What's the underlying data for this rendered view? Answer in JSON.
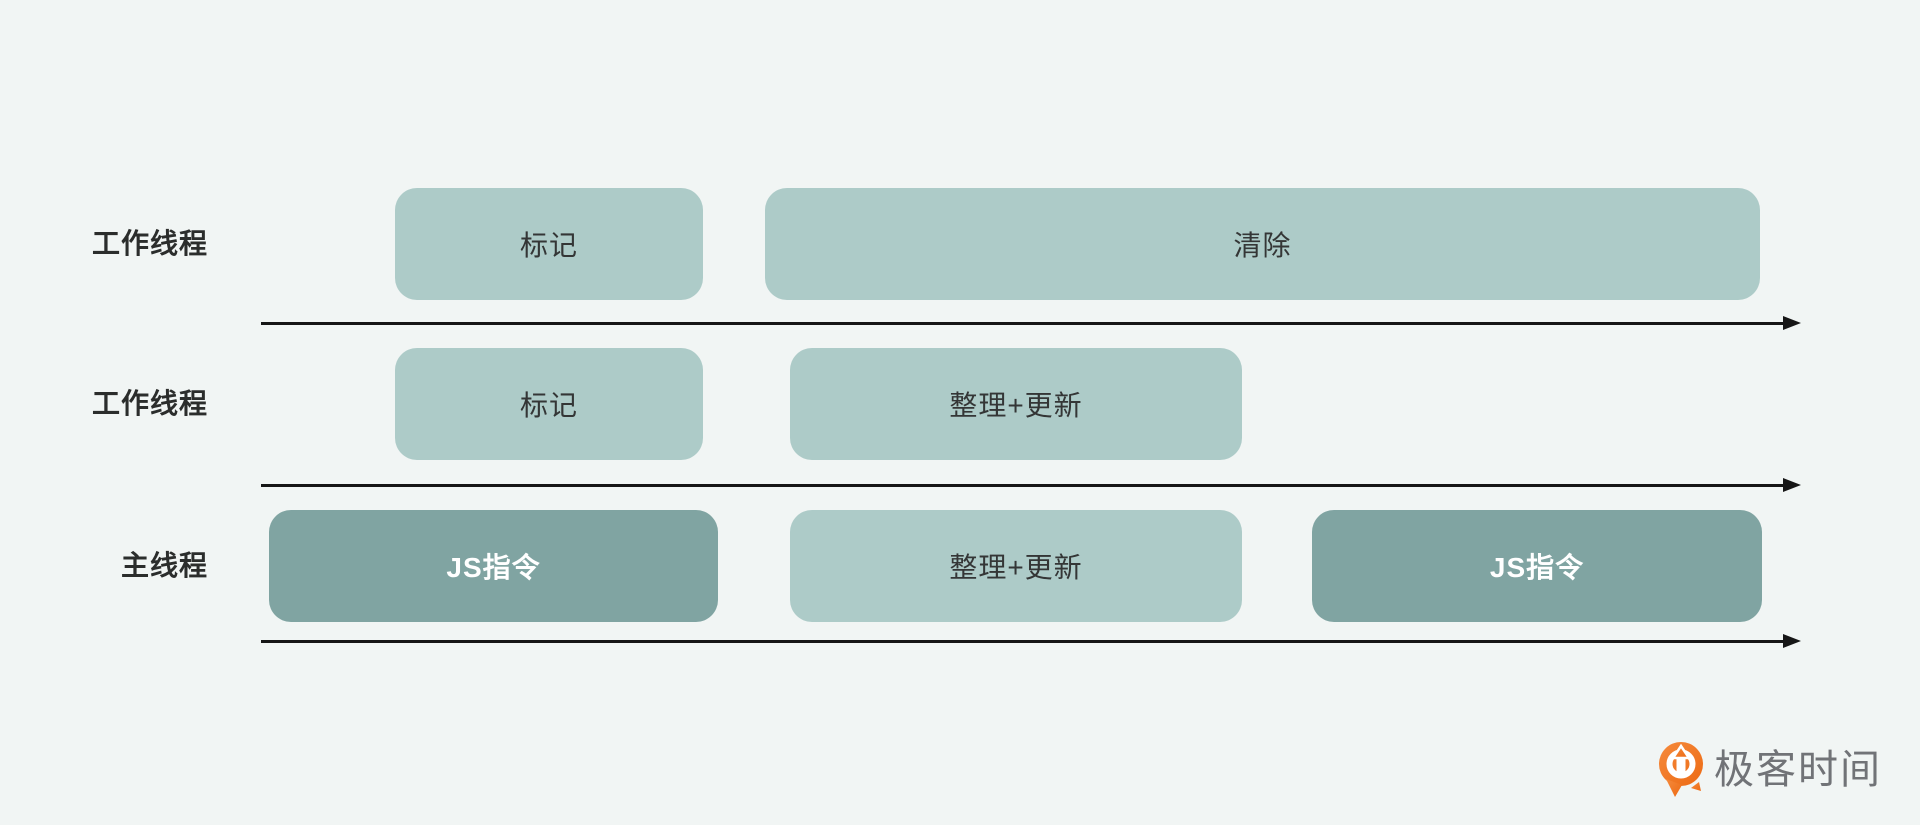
{
  "diagram": {
    "type": "thread-timeline",
    "lanes": [
      {
        "label": "工作线程",
        "blocks": [
          {
            "text": "标记",
            "variant": "light"
          },
          {
            "text": "清除",
            "variant": "light"
          }
        ]
      },
      {
        "label": "工作线程",
        "blocks": [
          {
            "text": "标记",
            "variant": "light"
          },
          {
            "text": "整理+更新",
            "variant": "light"
          }
        ]
      },
      {
        "label": "主线程",
        "blocks": [
          {
            "text": "JS指令",
            "variant": "dark"
          },
          {
            "text": "整理+更新",
            "variant": "light"
          },
          {
            "text": "JS指令",
            "variant": "dark"
          }
        ]
      }
    ]
  },
  "logo": {
    "text": "极客时间",
    "icon": "geektime-pin-arrow-icon"
  },
  "colors": {
    "bg": "#f1f5f4",
    "block_light": "#adcbc8",
    "block_dark": "#80a4a2",
    "arrow": "#161616",
    "label_text": "#2b2d2c",
    "block_text": "#343636",
    "block_text_inverse": "#ffffff",
    "logo_orange": "#ed6a13",
    "logo_orange_light": "#f58a3c",
    "logo_text": "#717377"
  }
}
